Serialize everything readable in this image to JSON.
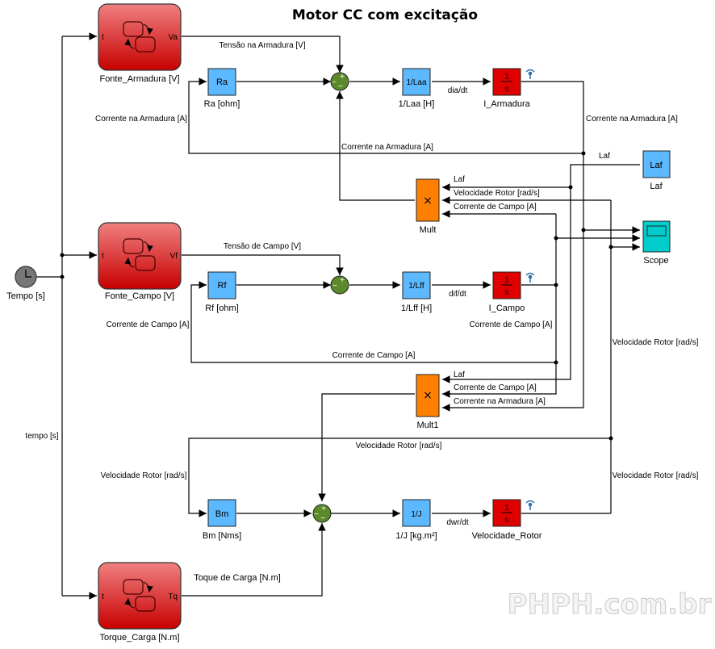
{
  "title": "Motor CC com excitação",
  "watermark": "PHPH.com.br",
  "colors": {
    "gain_block": "#5cb8ff",
    "integrator_block": "#e00000",
    "product_block": "#ff8000",
    "scope_block": "#00cccc",
    "sum_block": "#5a8a2a",
    "chart_block": "#d42a2a"
  },
  "blocks": {
    "clock": {
      "name": "Tempo [s]"
    },
    "fonte_armadura": {
      "name": "Fonte_Armadura [V]",
      "in_port": "t",
      "out_port": "Va"
    },
    "fonte_campo": {
      "name": "Fonte_Campo [V]",
      "in_port": "t",
      "out_port": "Vf"
    },
    "torque_carga": {
      "name": "Torque_Carga [N.m]",
      "in_port": "t",
      "out_port": "Tq"
    },
    "ra": {
      "text": "Ra",
      "name": "Ra [ohm]"
    },
    "rf": {
      "text": "Rf",
      "name": "Rf [ohm]"
    },
    "bm": {
      "text": "Bm",
      "name": "Bm [Nms]"
    },
    "laa": {
      "text": "1/Laa",
      "name": "1/Laa [H]"
    },
    "lff": {
      "text": "1/Lff",
      "name": "1/Lff [H]"
    },
    "j": {
      "text": "1/J",
      "name": "1/J [kg.m²]"
    },
    "i_armadura": {
      "num": "1",
      "den": "s",
      "name": "I_Armadura"
    },
    "i_campo": {
      "num": "1",
      "den": "s",
      "name": "I_Campo"
    },
    "velocidade_rotor": {
      "num": "1",
      "den": "s",
      "name": "Velocidade_Rotor"
    },
    "laf": {
      "text": "Laf",
      "name": "Laf"
    },
    "mult": {
      "text": "×",
      "name": "Mult"
    },
    "mult1": {
      "text": "×",
      "name": "Mult1"
    },
    "scope": {
      "name": "Scope"
    },
    "sum_signs": {
      "plus": "+",
      "minus": "−"
    }
  },
  "signals": {
    "tensao_armadura": "Tensão na Armadura [V]",
    "corrente_armadura_left": "Corrente na Armadura [A]",
    "corrente_armadura_fb": "Corrente na Armadura [A]",
    "corrente_armadura_right": "Corrente na Armadura [A]",
    "dia_dt": "dia/dt",
    "laf_top": "Laf",
    "mult_laf": "Laf",
    "mult_vel": "Velocidade Rotor [rad/s]",
    "mult_campo": "Corrente de Campo [A]",
    "tensao_campo": "Tensão de Campo [V]",
    "dif_dt": "dif/dt",
    "corrente_campo_left": "Corrente de Campo [A]",
    "corrente_campo_right": "Corrente de Campo [A]",
    "corrente_campo_fb": "Corrente de Campo [A]",
    "vel_right_1": "Velocidade Rotor [rad/s]",
    "mult1_laf": "Laf",
    "mult1_campo": "Corrente de Campo [A]",
    "mult1_arm": "Corrente na Armadura [A]",
    "tempo": "tempo [s]",
    "vel_fb": "Velocidade Rotor [rad/s]",
    "vel_left": "Velocidade Rotor [rad/s]",
    "vel_right_2": "Velocidade Rotor [rad/s]",
    "dwr_dt": "dwr/dt",
    "toque_carga": "Toque de Carga [N.m]"
  }
}
